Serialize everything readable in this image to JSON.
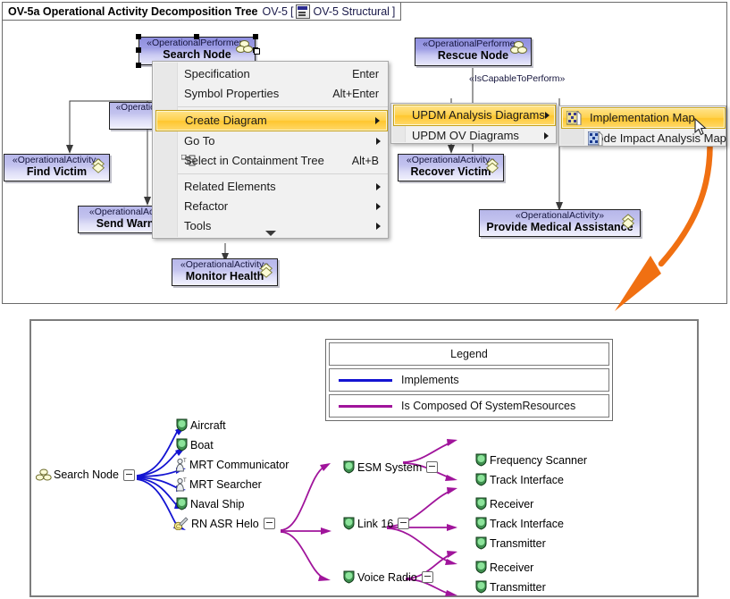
{
  "window": {
    "title_bold": "OV-5a Operational Activity Decomposition Tree",
    "title_ref": "OV-5",
    "title_bracket_open": "[",
    "title_diagram": "OV-5 Structural",
    "title_bracket_close": "]",
    "tab_icon": "diagram-icon"
  },
  "diagram": {
    "stereotype_performer": "«OperationalPerformer»",
    "stereotype_activity": "«OperationalActivity»",
    "relationship_label": "«IsCapableToPerform»",
    "nodes": [
      {
        "id": "search-node",
        "name": "Search Node",
        "stereotype": "«OperationalPerformer»",
        "kind": "performer",
        "selected": true
      },
      {
        "id": "rescue-node",
        "name": "Rescue Node",
        "stereotype": "«OperationalPerformer»",
        "kind": "performer",
        "selected": false
      },
      {
        "id": "find-victim",
        "name": "Find Victim",
        "stereotype": "«OperationalActivity»",
        "kind": "activity",
        "selected": false
      },
      {
        "id": "send-warning",
        "name": "Send Warning",
        "stereotype": "«OperationalActivity»",
        "kind": "activity",
        "selected": false
      },
      {
        "id": "monitor-health",
        "name": "Monitor Health",
        "stereotype": "«OperationalActivity»",
        "kind": "activity",
        "selected": false
      },
      {
        "id": "recover-victim",
        "name": "Recover Victim",
        "stereotype": "«OperationalActivity»",
        "kind": "activity",
        "selected": false
      },
      {
        "id": "provide-medical",
        "name": "Provide Medical Assistance",
        "stereotype": "«OperationalActivity»",
        "kind": "activity",
        "selected": false
      }
    ]
  },
  "context_menu": {
    "items": [
      {
        "label": "Specification",
        "accel": "Enter",
        "submenu": false,
        "highlighted": false
      },
      {
        "label": "Symbol Properties",
        "accel": "Alt+Enter",
        "submenu": false,
        "highlighted": false
      },
      {
        "label": "Create Diagram",
        "accel": "",
        "submenu": true,
        "highlighted": true
      },
      {
        "label": "Go To",
        "accel": "",
        "submenu": true,
        "highlighted": false
      },
      {
        "label": "Select in Containment Tree",
        "accel": "Alt+B",
        "submenu": false,
        "highlighted": false
      },
      {
        "label": "Related Elements",
        "accel": "",
        "submenu": true,
        "highlighted": false
      },
      {
        "label": "Refactor",
        "accel": "",
        "submenu": true,
        "highlighted": false
      },
      {
        "label": "Tools",
        "accel": "",
        "submenu": true,
        "highlighted": false
      }
    ],
    "more_indicator": "chevron-down-icon"
  },
  "submenu_create_diagram": {
    "items": [
      {
        "label": "UPDM Analysis Diagrams",
        "submenu": true,
        "highlighted": true
      },
      {
        "label": "UPDM OV Diagrams",
        "submenu": true,
        "highlighted": false
      }
    ]
  },
  "submenu_analysis_diagrams": {
    "items": [
      {
        "label": "Implementation Map",
        "icon": "implementation-map-icon",
        "highlighted": true
      },
      {
        "label": "Node Impact Analysis Map",
        "icon": "node-impact-analysis-map-icon",
        "highlighted": false
      }
    ]
  },
  "legend": {
    "title": "Legend",
    "entries": [
      {
        "label": "Implements",
        "color": "#1414d2"
      },
      {
        "label": "Is Composed Of SystemResources",
        "color": "#a0149b"
      }
    ]
  },
  "tree": {
    "root": {
      "label": "Search Node",
      "icon": "operational-performer-icon",
      "collapse": "minus"
    },
    "level1": [
      {
        "label": "Aircraft",
        "icon": "resource-icon"
      },
      {
        "label": "Boat",
        "icon": "resource-icon"
      },
      {
        "label": "MRT Communicator",
        "icon": "person-resource-icon"
      },
      {
        "label": "MRT Searcher",
        "icon": "person-resource-icon"
      },
      {
        "label": "Naval Ship",
        "icon": "resource-icon"
      },
      {
        "label": "RN ASR Helo",
        "icon": "capability-config-icon",
        "collapse": "minus"
      }
    ],
    "level2": [
      {
        "label": "ESM System",
        "icon": "resource-icon",
        "collapse": "minus"
      },
      {
        "label": "Link 16",
        "icon": "resource-icon",
        "collapse": "minus"
      },
      {
        "label": "Voice Radio",
        "icon": "resource-icon",
        "collapse": "minus"
      }
    ],
    "level3": [
      {
        "label": "Frequency Scanner",
        "icon": "resource-icon",
        "parent": "ESM System"
      },
      {
        "label": "Track Interface",
        "icon": "resource-icon",
        "parent": "ESM System"
      },
      {
        "label": "Receiver",
        "icon": "resource-icon",
        "parent": "Link 16"
      },
      {
        "label": "Track Interface",
        "icon": "resource-icon",
        "parent": "Link 16"
      },
      {
        "label": "Transmitter",
        "icon": "resource-icon",
        "parent": "Link 16"
      },
      {
        "label": "Receiver",
        "icon": "resource-icon",
        "parent": "Voice Radio"
      },
      {
        "label": "Transmitter",
        "icon": "resource-icon",
        "parent": "Voice Radio"
      }
    ]
  },
  "annotation": {
    "arrow_color": "#f07012",
    "arrow": "callout-arrow"
  }
}
